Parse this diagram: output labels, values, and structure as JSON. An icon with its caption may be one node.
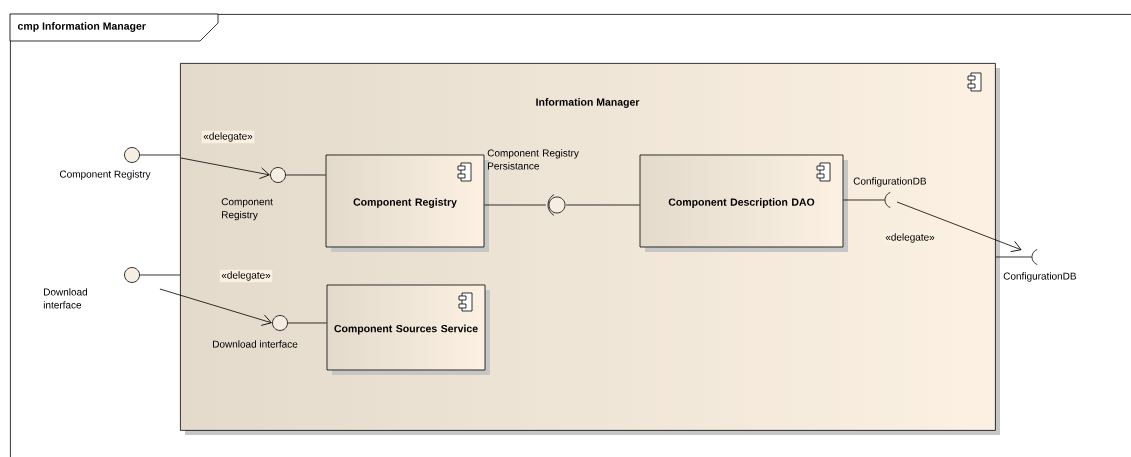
{
  "diagram": {
    "nodes": [
      {
        "text": [
          "cmp Information Manager"
        ]
      },
      {
        "text": [
          "Information Manager"
        ],
        "in": 0
      },
      {
        "text": [
          "Component Registry"
        ],
        "in": 0
      },
      {
        "text": [
          "Component Registry"
        ],
        "in": 1
      },
      {
        "text": [
          "Component Registry"
        ],
        "in": 1
      },
      {
        "text": [
          "Component Registry Persistance"
        ],
        "in": 1
      },
      {
        "text": [
          "Component Description DAO"
        ],
        "in": 1
      },
      {
        "text": [
          "ConfigurationDB"
        ],
        "in": 1
      },
      {
        "text": [
          "ConfigurationDB"
        ],
        "in": 0
      },
      {
        "text": [
          "Download interface"
        ],
        "in": 0
      },
      {
        "text": [
          "Download interface"
        ],
        "in": 1
      },
      {
        "text": [
          "Component Sources Service"
        ],
        "in": 1
      }
    ],
    "edges": [
      {
        "from": 2,
        "to": 1,
        "arrow": "none"
      },
      {
        "from": 1,
        "to": 3,
        "arrow": "to",
        "label": "«delegate»"
      },
      {
        "from": 3,
        "to": 4,
        "arrow": "none"
      },
      {
        "from": 4,
        "to": 5,
        "arrow": "none"
      },
      {
        "from": 5,
        "to": 6,
        "arrow": "none"
      },
      {
        "from": 6,
        "to": 7,
        "arrow": "none"
      },
      {
        "from": 7,
        "to": 8,
        "arrow": "to",
        "label": "«delegate»"
      },
      {
        "from": 1,
        "to": 8,
        "arrow": "none"
      },
      {
        "from": 9,
        "to": 1,
        "arrow": "none"
      },
      {
        "from": 9,
        "to": 10,
        "arrow": "to",
        "label": "«delegate»"
      },
      {
        "from": 10,
        "to": 11,
        "arrow": "none"
      }
    ]
  }
}
